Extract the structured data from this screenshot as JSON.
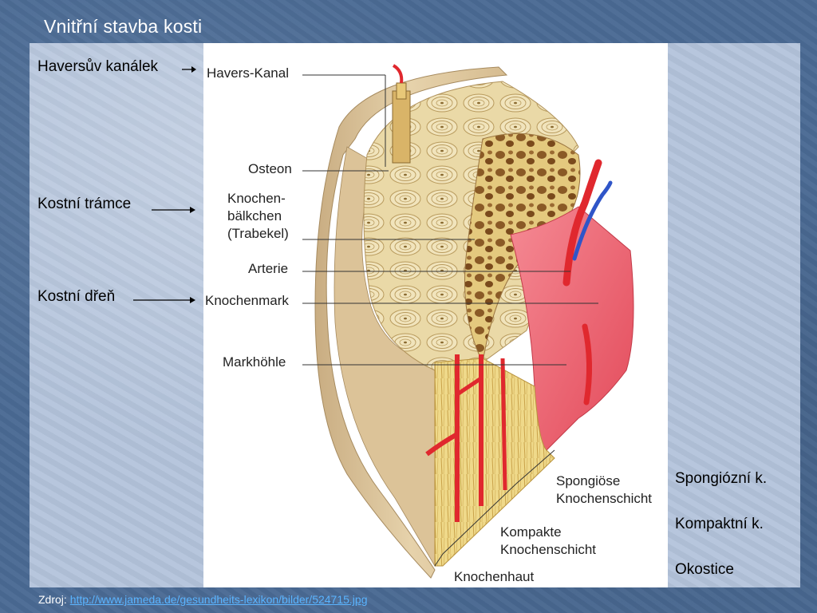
{
  "slide": {
    "title": "Vnitřní stavba kosti"
  },
  "czech_labels": {
    "haversian_canal": "Haversův kanálek",
    "trabeculae": "Kostní trámce",
    "bone_marrow": "Kostní dřeň",
    "spongy_bone": "Spongiózní k.",
    "compact_bone": "Kompaktní k.",
    "periosteum": "Okostice"
  },
  "figure_labels": {
    "havers_kanal": "Havers-Kanal",
    "osteon": "Osteon",
    "knochen": "Knochen-",
    "balkchen": "bälkchen",
    "trabekel": "(Trabekel)",
    "arterie": "Arterie",
    "knochenmark": "Knochenmark",
    "markhohle": "Markhöhle",
    "spongiose_1": "Spongiöse",
    "spongiose_2": "Knochenschicht",
    "kompakte_1": "Kompakte",
    "kompakte_2": "Knochenschicht",
    "knochenhaut": "Knochenhaut"
  },
  "source": {
    "prefix": "Zdroj:",
    "link": "http://www.jameda.de/gesundheits-lexikon/bilder/524715.jpg"
  },
  "colors": {
    "background": "#4a6a94",
    "panel": "#b3c3db",
    "bone": "#e8d7a8",
    "marrow": "#ee6a78",
    "artery": "#e0282e",
    "vein": "#2f55c8",
    "link": "#5ab4ff"
  }
}
